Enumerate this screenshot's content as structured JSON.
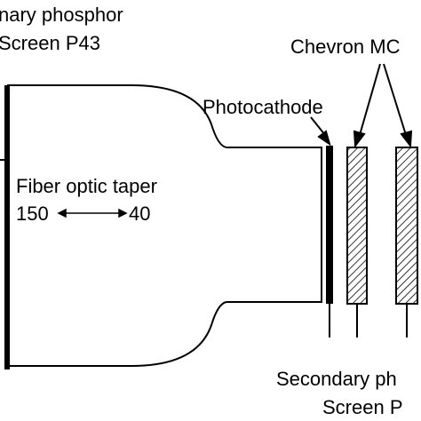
{
  "labels": {
    "primary_line1": "nary phosphor",
    "primary_line2": "Screen P43",
    "chevron": "Chevron MC",
    "photocathode": "Photocathode",
    "taper_title": "Fiber optic taper",
    "taper_left": "150",
    "taper_right": "40",
    "secondary_line1": "Secondary ph",
    "secondary_line2": "Screen P"
  },
  "colors": {
    "stroke": "#000000",
    "background": "#ffffff"
  }
}
